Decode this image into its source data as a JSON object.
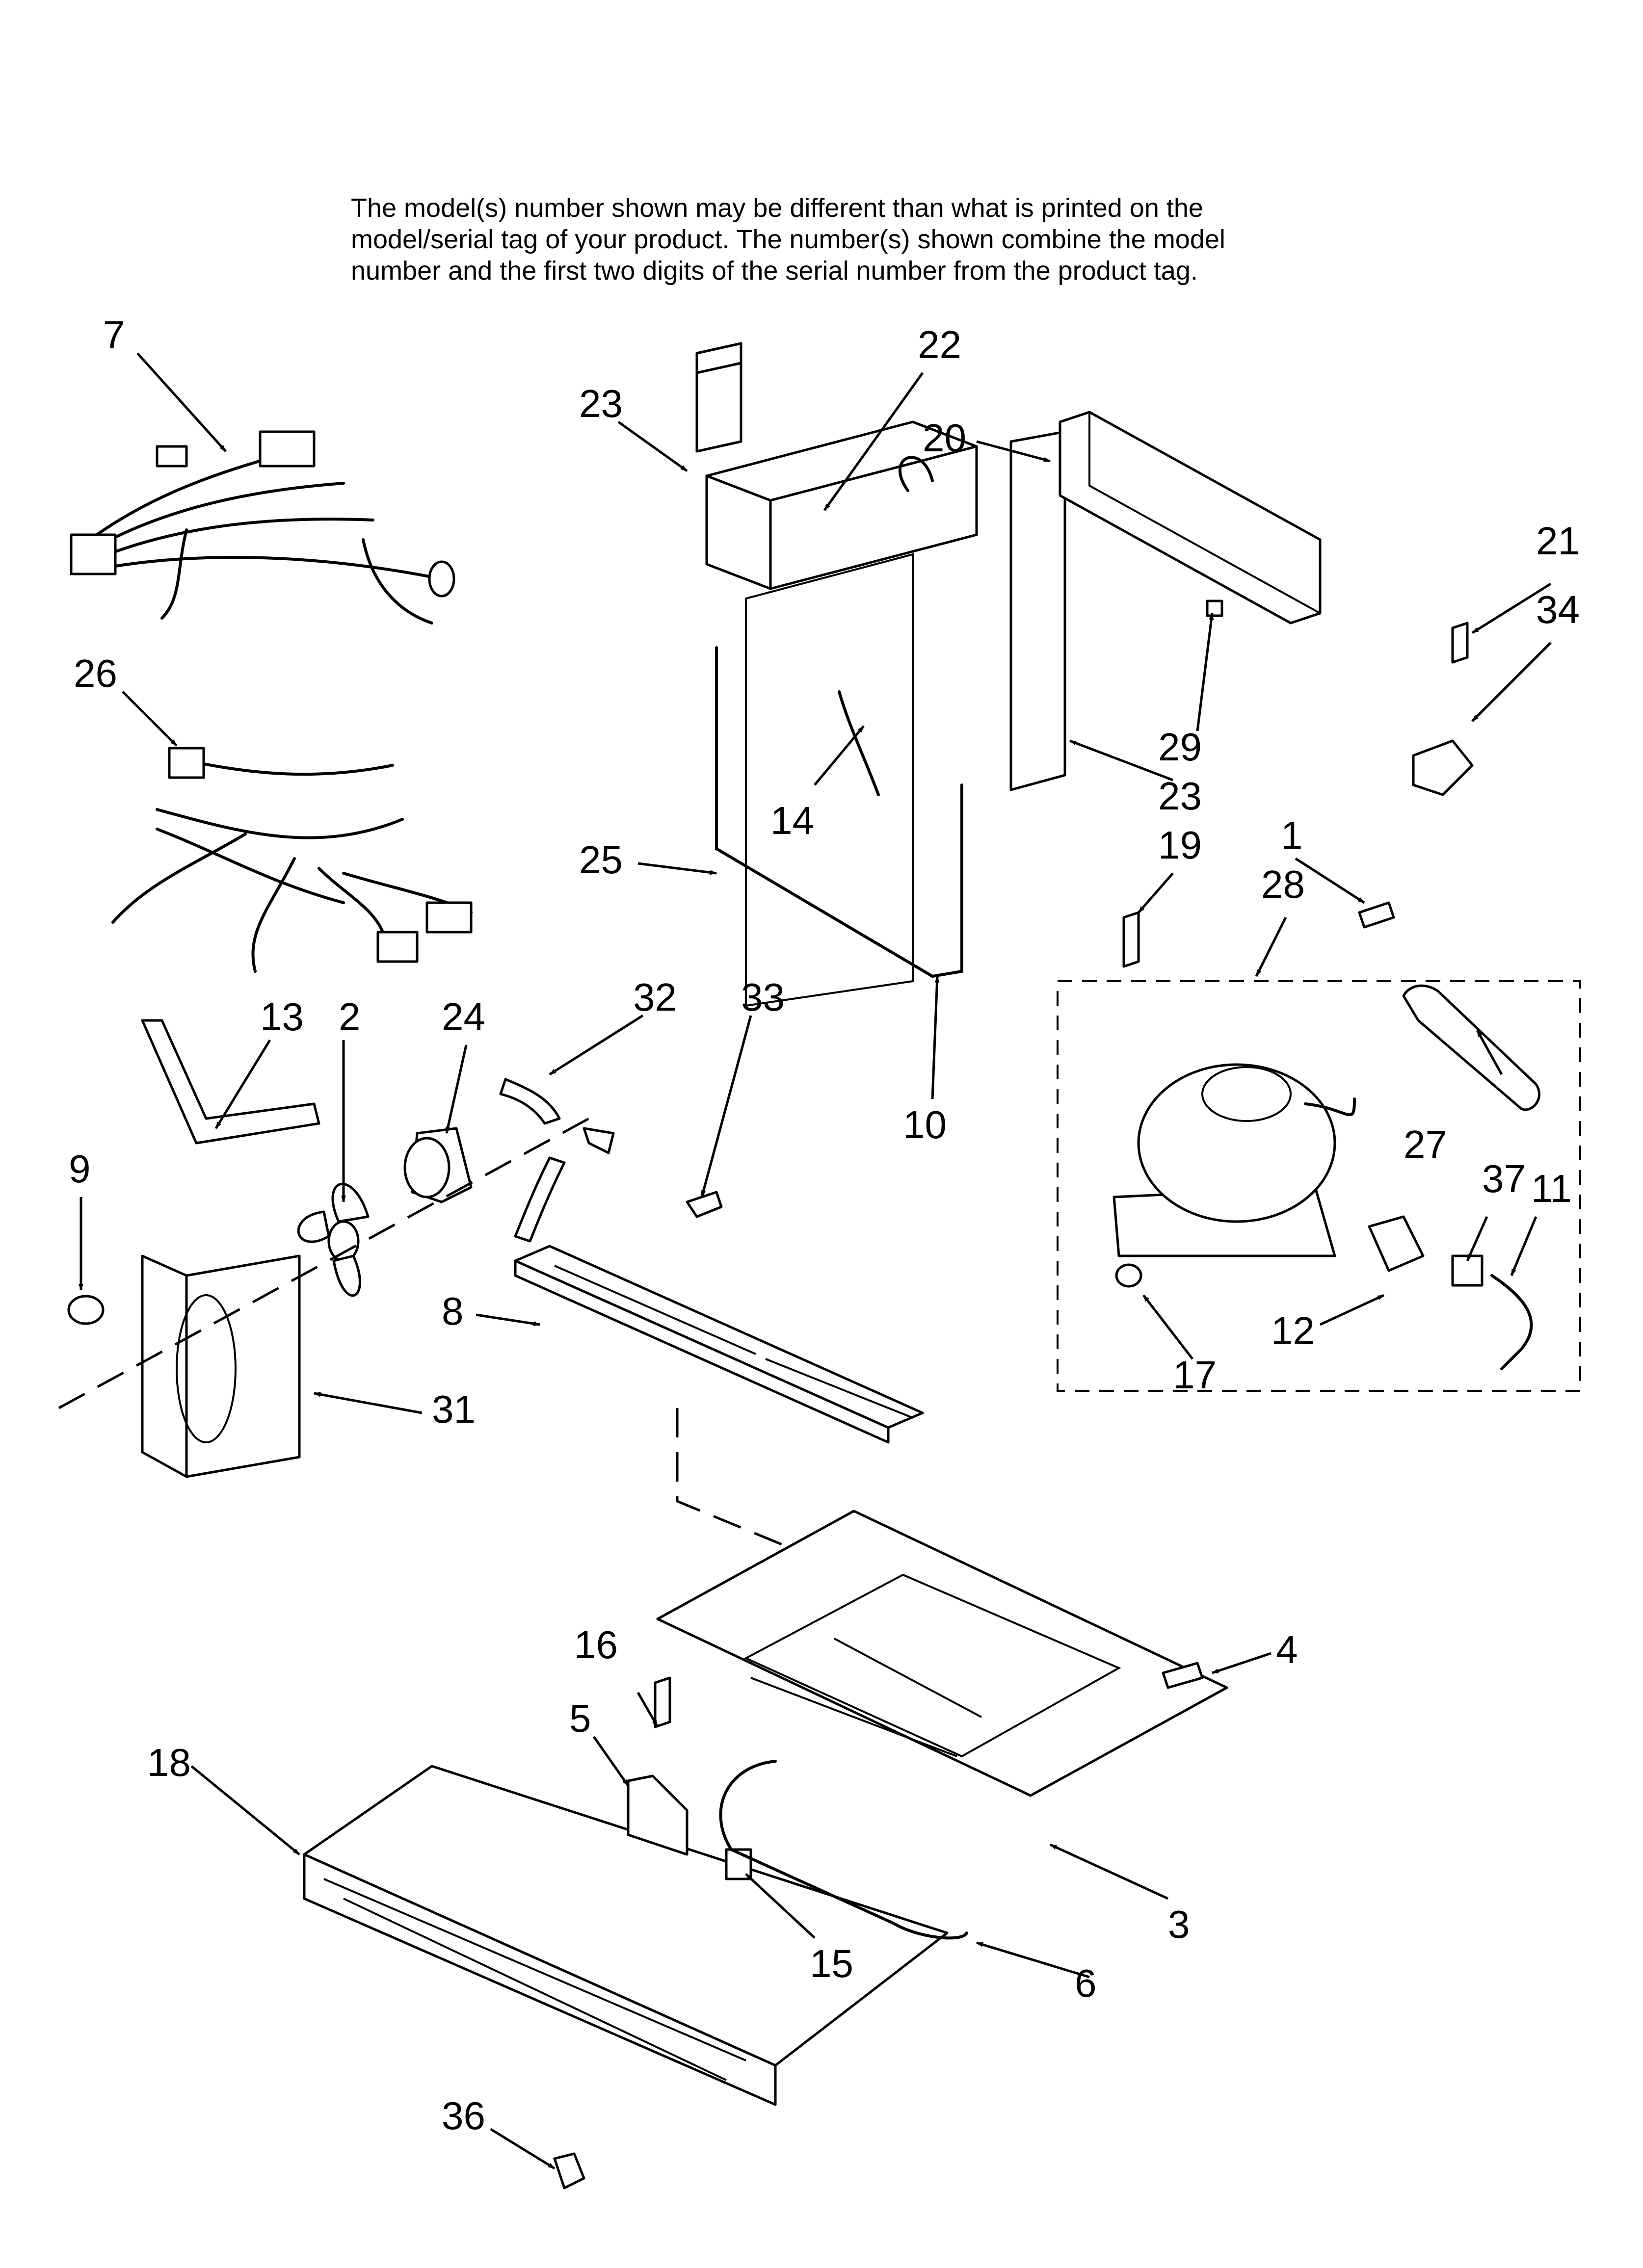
{
  "note": {
    "line1": "The model(s) number shown may be different than what is printed on the",
    "line2": "model/serial tag of your product. The number(s) shown combine the model",
    "line3": "number and the first two digits of the serial number from the product tag."
  },
  "callouts": {
    "c1": "1",
    "c2": "2",
    "c3": "3",
    "c4": "4",
    "c5": "5",
    "c6": "6",
    "c7": "7",
    "c8": "8",
    "c9": "9",
    "c10": "10",
    "c11": "11",
    "c12": "12",
    "c13": "13",
    "c14": "14",
    "c15": "15",
    "c16": "16",
    "c17": "17",
    "c18": "18",
    "c19": "19",
    "c20": "20",
    "c21": "21",
    "c22": "22",
    "c23a": "23",
    "c23b": "23",
    "c24": "24",
    "c25": "25",
    "c26": "26",
    "c27": "27",
    "c28": "28",
    "c29": "29",
    "c31": "31",
    "c32": "32",
    "c33": "33",
    "c34": "34",
    "c36": "36",
    "c37": "37"
  }
}
